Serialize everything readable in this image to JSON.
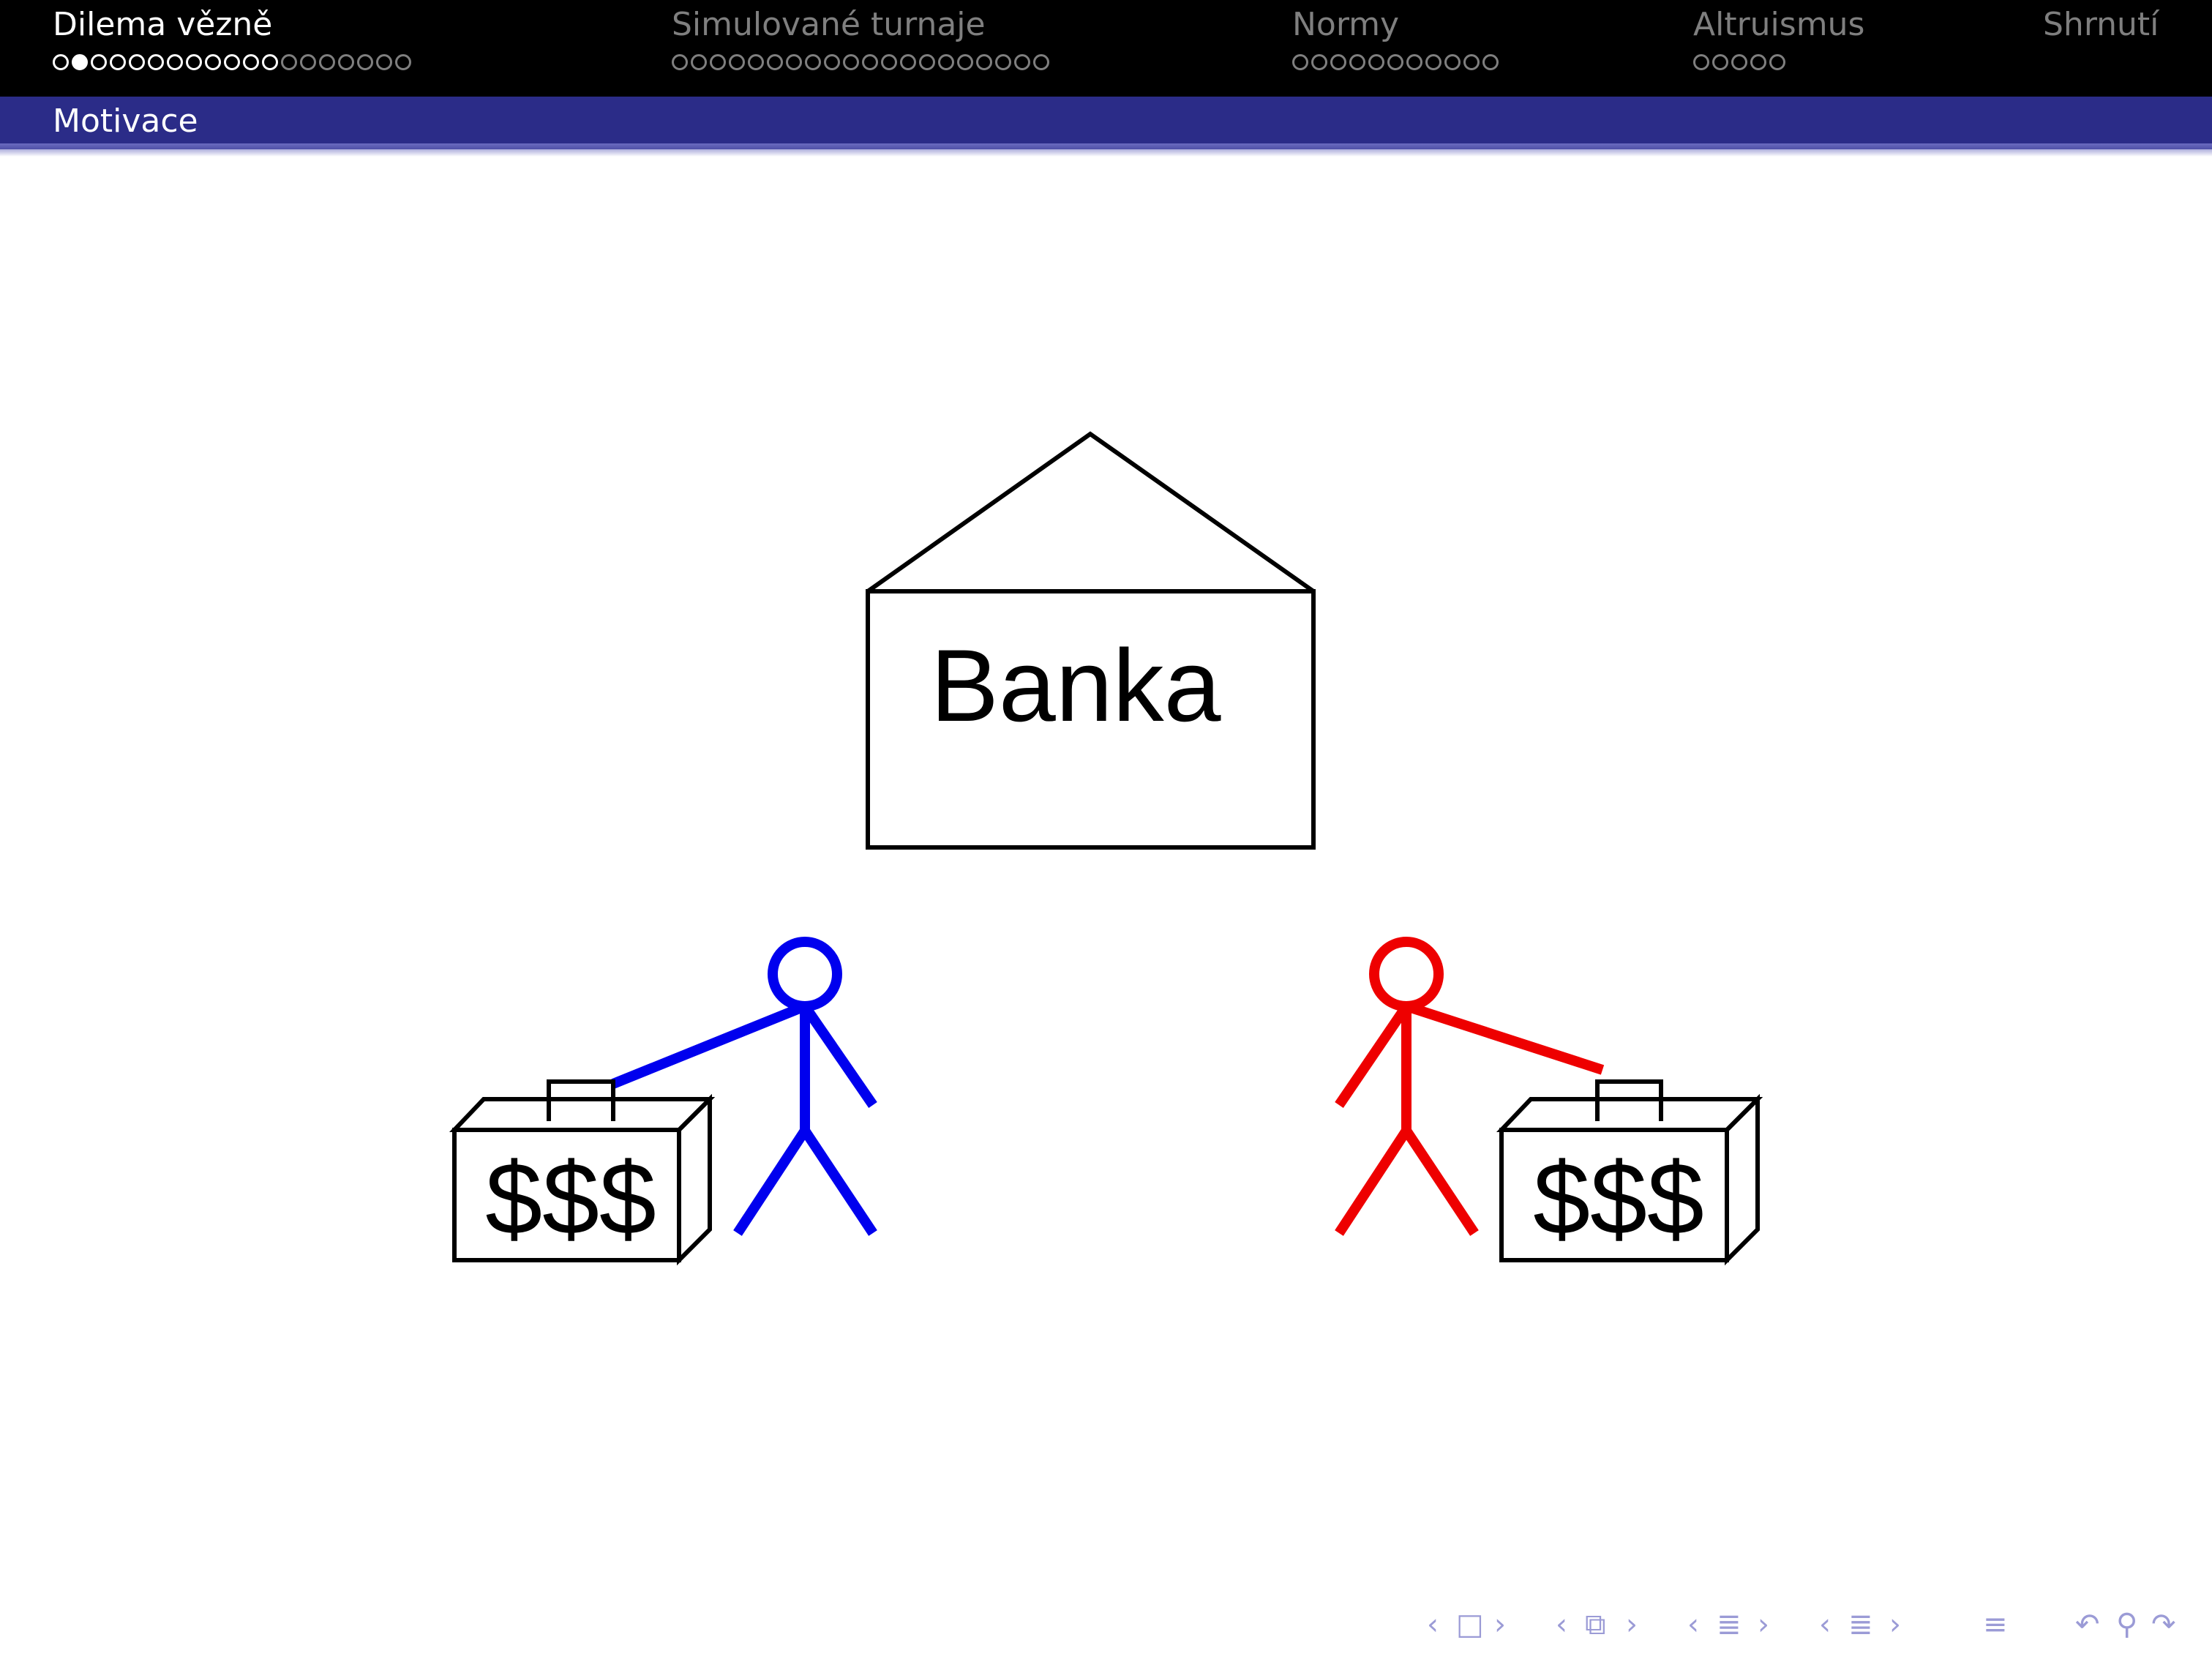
{
  "header": {
    "sections": [
      {
        "title": "Dilema vězně",
        "active": true,
        "dots": 19,
        "current_dot": 1,
        "visited_dots": 12
      },
      {
        "title": "Simulované turnaje",
        "active": false,
        "dots": 20
      },
      {
        "title": "Normy",
        "active": false,
        "dots": 11
      },
      {
        "title": "Altruismus",
        "active": false,
        "dots": 5
      },
      {
        "title": "Shrnutí",
        "active": false,
        "dots": 0
      }
    ],
    "subsection": "Motivace"
  },
  "illustration": {
    "bank_label": "Banka",
    "left_bag_label": "$$$",
    "right_bag_label": "$$$",
    "colors": {
      "left_person": "#0000ee",
      "right_person": "#ee0000",
      "outline": "#000000"
    }
  },
  "navigation": {
    "icons": [
      "arrow-left-icon",
      "frame-icon",
      "arrow-right-icon",
      "arrow-left-icon",
      "subsection-icon",
      "arrow-right-icon",
      "arrow-left-icon",
      "section-icon",
      "arrow-right-icon",
      "arrow-left-icon",
      "document-icon",
      "arrow-right-icon",
      "appendix-icon",
      "back-icon",
      "search-icon",
      "forward-icon"
    ]
  },
  "theme": {
    "header_bg": "#000000",
    "subbar_bg": "#2b2c88",
    "inactive_text": "#7f7f7f",
    "nav_color": "#9b9bd6"
  }
}
